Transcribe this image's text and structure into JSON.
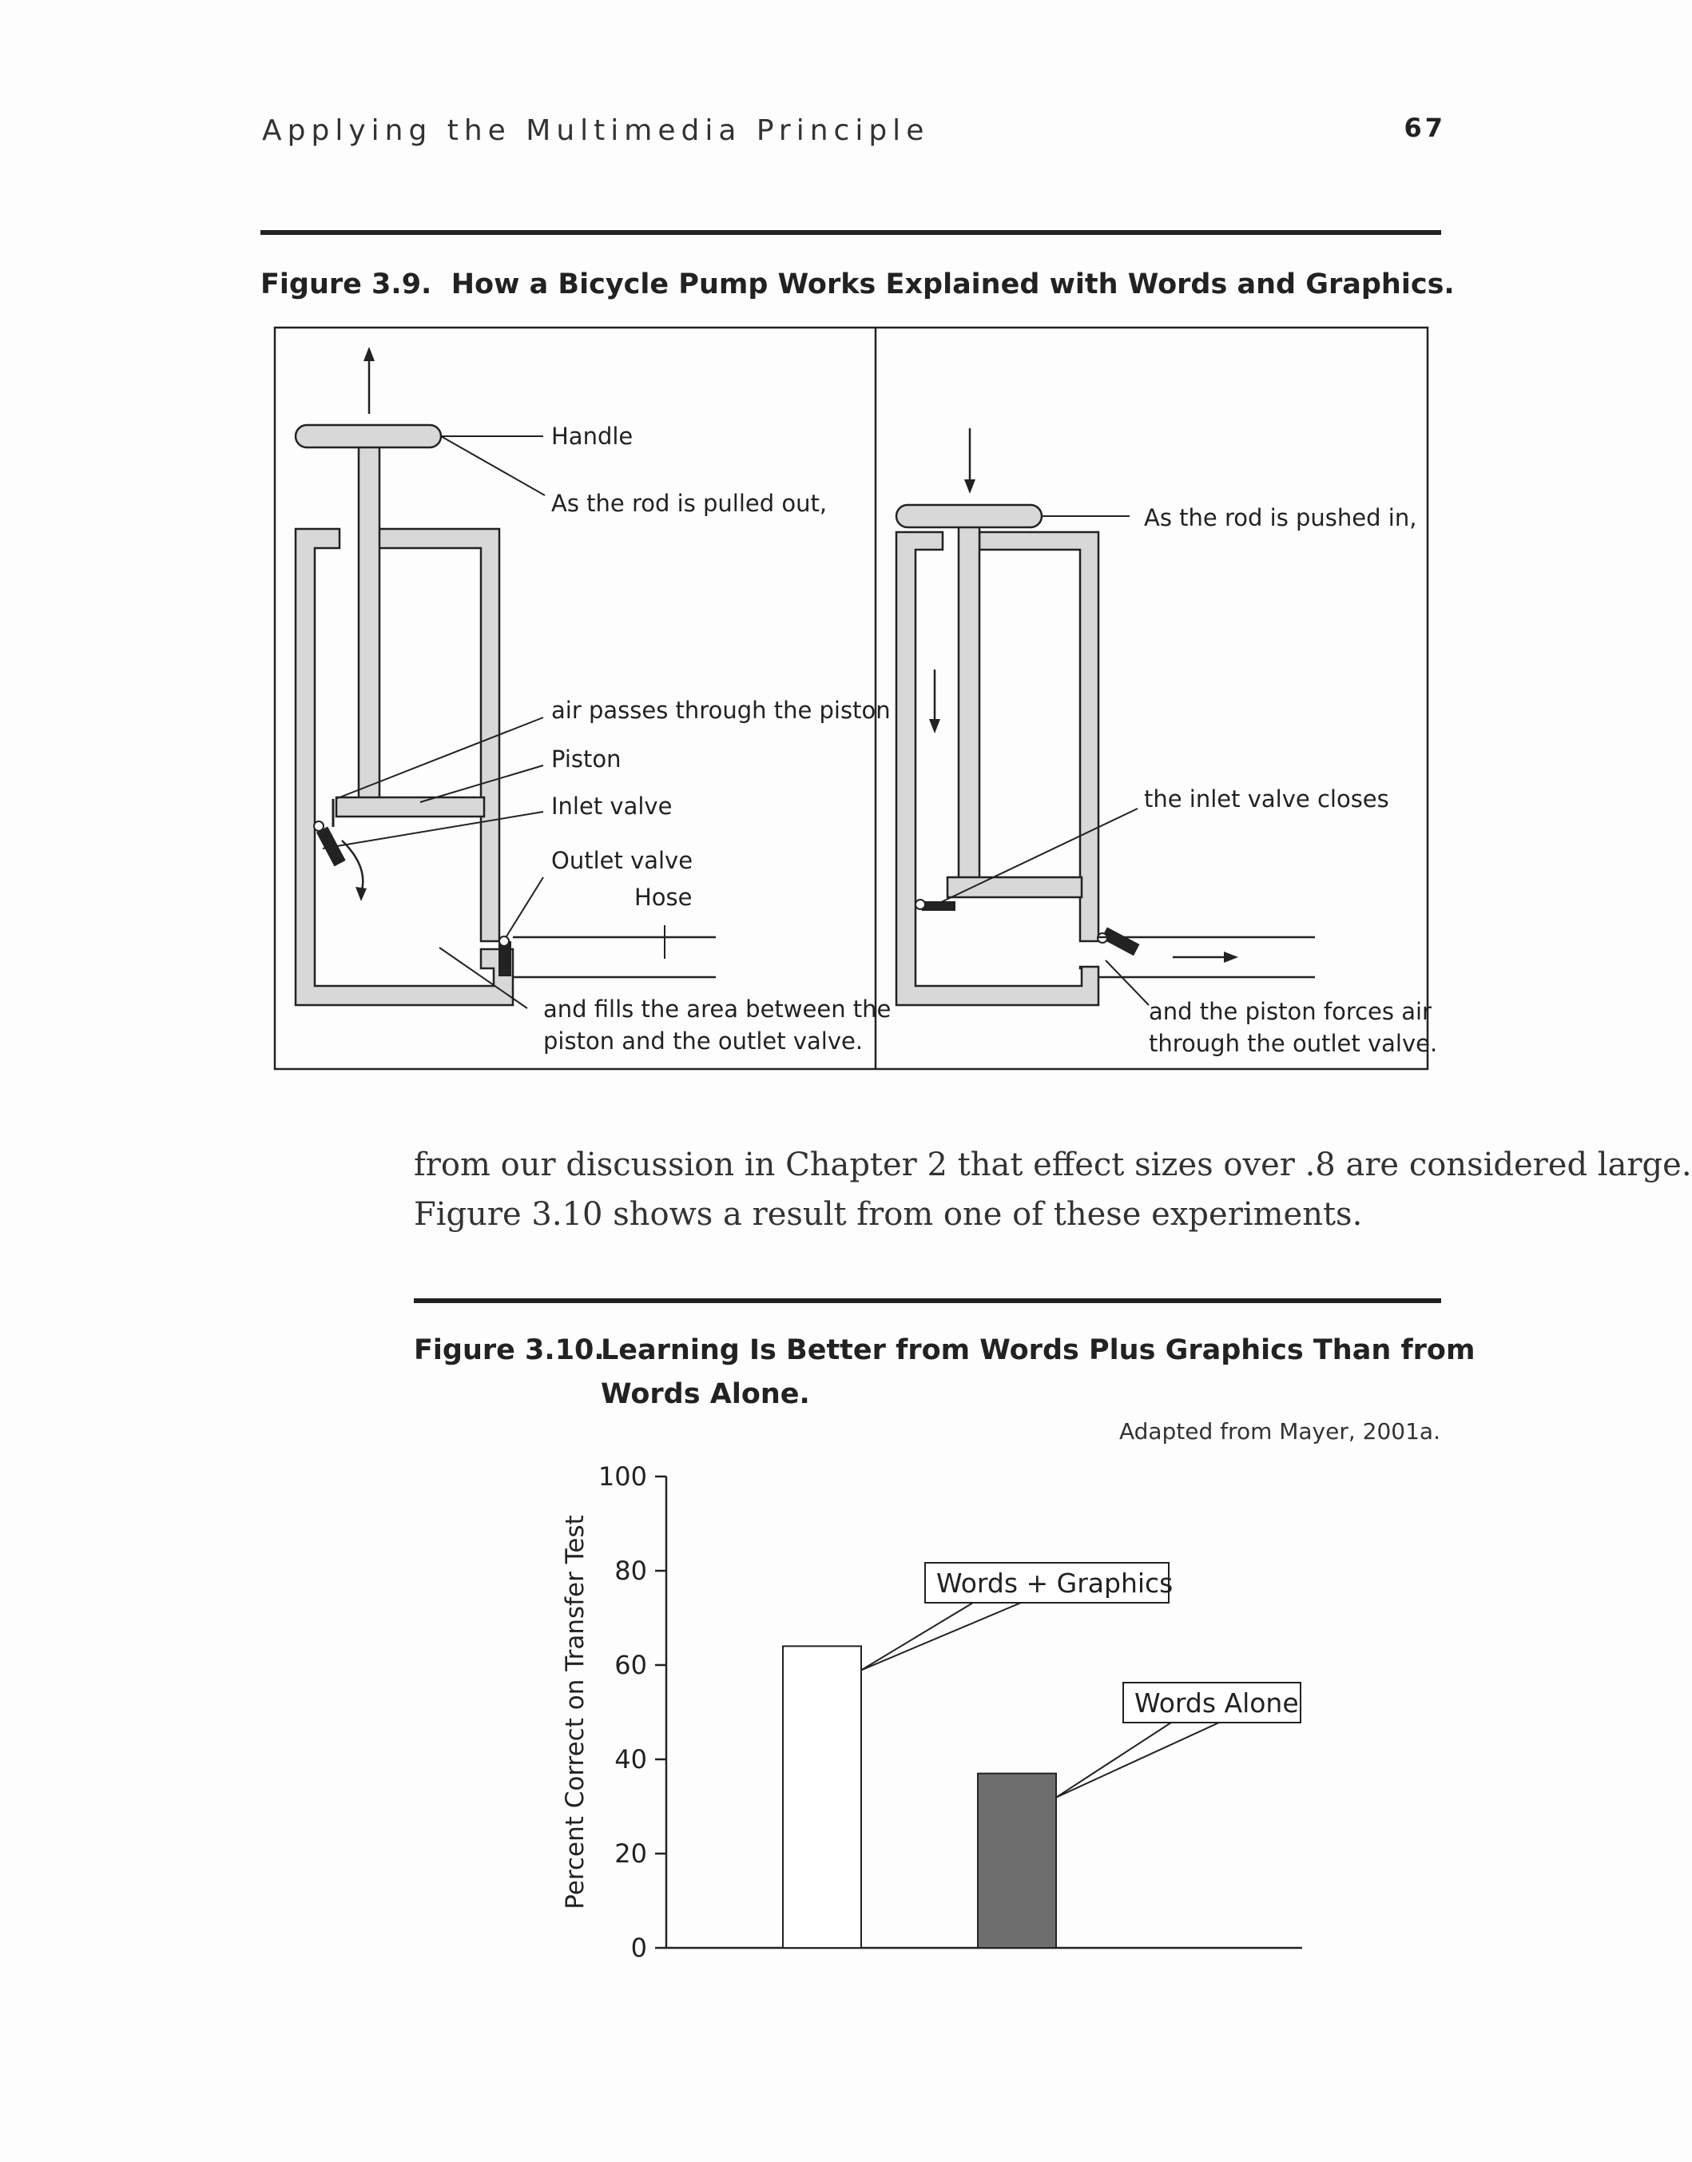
{
  "header": {
    "running_title": "Applying the Multimedia Principle",
    "page_number": "67"
  },
  "figure_3_9": {
    "number": "Figure 3.9.",
    "title": "How a Bicycle Pump Works Explained with Words and Graphics.",
    "left_panel": {
      "labels": [
        "Handle",
        "As the rod is pulled out,",
        "air passes through the piston",
        "Piston",
        "Inlet valve",
        "Outlet valve",
        "Hose"
      ],
      "bottom_caption": [
        "and fills the area between the",
        "piston and the outlet valve."
      ]
    },
    "right_panel": {
      "labels": [
        "As the rod is pushed in,",
        "the inlet valve closes"
      ],
      "bottom_caption": [
        "and the piston forces air",
        "through the outlet valve."
      ]
    }
  },
  "body_text": [
    "from our discussion in Chapter 2 that effect sizes over .8 are considered large.",
    "Figure 3.10 shows a result from one of these experiments."
  ],
  "figure_3_10": {
    "number": "Figure 3.10.",
    "title_lines": [
      "Learning Is Better from Words Plus Graphics Than from",
      "Words Alone."
    ],
    "source": "Adapted from Mayer, 2001a."
  },
  "chart_data": {
    "type": "bar",
    "title": "",
    "xlabel": "",
    "ylabel": "Percent Correct on Transfer Test",
    "ylim": [
      0,
      100
    ],
    "yticks": [
      0,
      20,
      40,
      60,
      80,
      100
    ],
    "categories": [
      "Words + Graphics",
      "Words Alone"
    ],
    "values": [
      64,
      37
    ],
    "bar_colors": [
      "#ffffff",
      "#6e6e6e"
    ],
    "grid": false,
    "legend": "none (callout labels)"
  }
}
